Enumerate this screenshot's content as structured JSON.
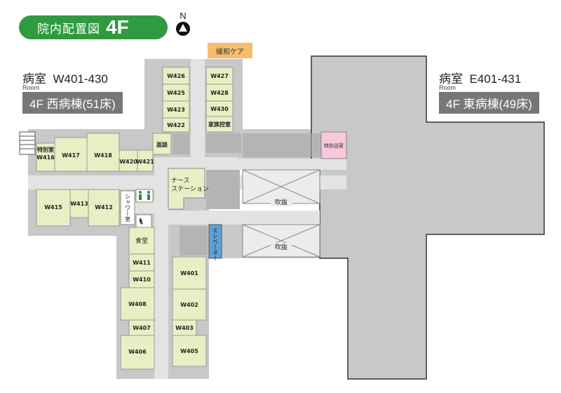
{
  "header": {
    "title_ja": "院内配置図",
    "floor": "4F",
    "north_label": "N"
  },
  "west": {
    "room_label": "病室",
    "room_range": "W401-430",
    "room_en": "Room",
    "wing": "4F 西病棟(51床)"
  },
  "east": {
    "room_label": "病室",
    "room_range": "E401-431",
    "room_en": "Room",
    "wing": "4F 東病棟(49床)"
  },
  "labels": {
    "care": "緩和ケア",
    "nurse_line1": "ナース",
    "nurse_line2": "ステーション",
    "elevator": "エレベーター",
    "shower": "シャワー室",
    "dining": "食堂",
    "void": "吹抜",
    "family_room": "家族控室",
    "interview": "面談",
    "special_bath": "特別浴室",
    "special_room_1": "特別室",
    "special_room_2": "W416"
  },
  "rooms": {
    "w401": "W401",
    "w402": "W402",
    "w403": "W403",
    "w405": "W405",
    "w406": "W406",
    "w407": "W407",
    "w408": "W408",
    "w410": "W410",
    "w411": "W411",
    "w412": "W412",
    "w413": "W413",
    "w415": "W415",
    "w417": "W417",
    "w418": "W418",
    "w420": "W420",
    "w421": "W421",
    "w422": "W422",
    "w423": "W423",
    "w425": "W425",
    "w426": "W426",
    "w427": "W427",
    "w428": "W428",
    "w430": "W430"
  },
  "colors": {
    "room": "#e6f0c4",
    "building": "#c8c8c8",
    "corridor": "#e3e3e3",
    "brand": "#2f9a3f",
    "care": "#f6bd6d",
    "bath": "#f7c7dc",
    "elevator": "#5ea1d8"
  }
}
